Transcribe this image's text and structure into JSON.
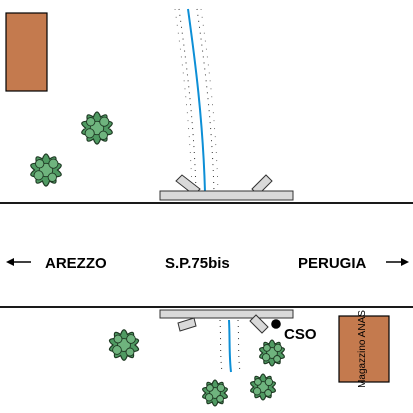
{
  "labels": {
    "left_city": "AREZZO",
    "road_name": "S.P.75bis",
    "right_city": "PERUGIA",
    "point": "CSO",
    "building": "Magazzino ANAS"
  },
  "icons": [
    "arrow-left-icon",
    "arrow-right-icon",
    "tree-icon",
    "building-icon",
    "point-marker-icon"
  ],
  "colors": {
    "building": "#c47a4e",
    "stream": "#0d8fd6",
    "tree_fill": "#4f9a62",
    "tree_stroke": "#1f3a24",
    "headwall_fill": "#d9d9d9",
    "road_line": "#1a1a1a"
  }
}
